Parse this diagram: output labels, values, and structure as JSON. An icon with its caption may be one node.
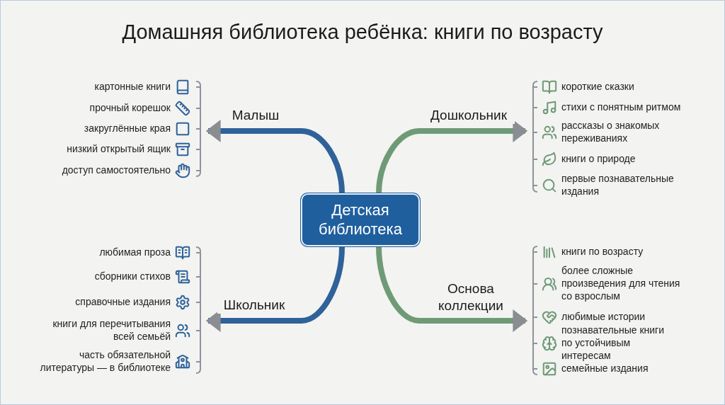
{
  "diagram": {
    "title": "Домашняя библиотека ребёнка: книги по возрасту",
    "nodes": [
      {
        "text": [
          "Детская библиотека"
        ]
      },
      {
        "text": [],
        "shape": "bracket",
        "beside": [
          "картонные книги",
          "прочный корешок",
          "закруглённые края",
          "низкий открытый ящик",
          "доступ самостоятельно"
        ]
      },
      {
        "text": [],
        "shape": "bracket",
        "beside": [
          "короткие сказки",
          "стихи с понятным ритмом",
          "рассказы о знакомых переживаниях",
          "книги о природе",
          "первые познавательные издания"
        ]
      },
      {
        "text": [],
        "shape": "bracket",
        "beside": [
          "любимая проза",
          "сборники стихов",
          "справочные издания",
          "книги для перечитывания всей семьёй",
          "часть обязательной литературы — в библиотеке"
        ]
      },
      {
        "text": [],
        "shape": "bracket",
        "beside": [
          "книги по возрасту",
          "более сложные произведения для чтения со взрослым",
          "любимые истории",
          "познавательные книги по устойчивым интересам",
          "семейные издания"
        ]
      }
    ],
    "edges": [
      {
        "from": 0,
        "to": 1,
        "arrow": "to",
        "label": "Малыш",
        "color": "#2f6299"
      },
      {
        "from": 0,
        "to": 2,
        "arrow": "to",
        "label": "Дошкольник",
        "color": "#6f9a76"
      },
      {
        "from": 0,
        "to": 3,
        "arrow": "to",
        "label": "Школьник",
        "color": "#2f6299"
      },
      {
        "from": 0,
        "to": 4,
        "arrow": "to",
        "label": "Основа коллекции",
        "color": "#6f9a76"
      }
    ]
  }
}
